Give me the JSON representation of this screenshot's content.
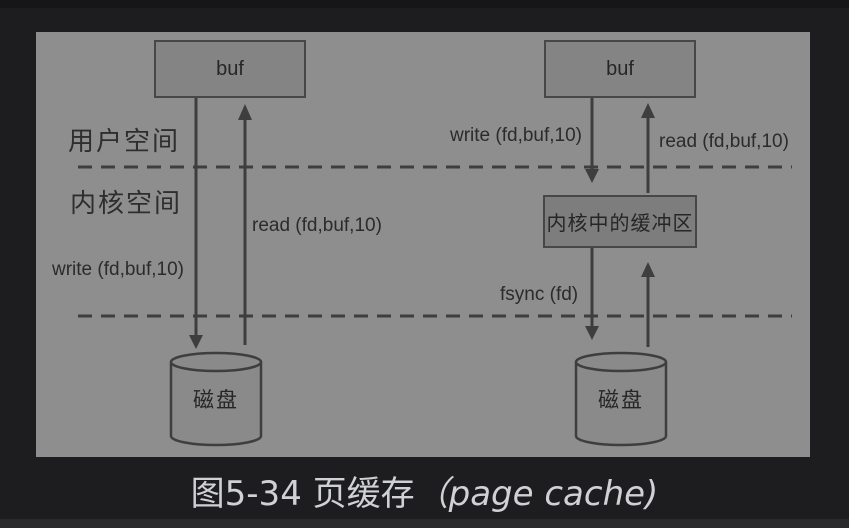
{
  "colors": {
    "background": "#1d1d1f",
    "panel": "#8e8e8e",
    "box_fill": "#848484",
    "kernel_box_fill": "#7d7d7d",
    "line": "#3e3e3e",
    "diagram_text": "#2b2b2b",
    "caption_text": "#d0d1d5"
  },
  "regions": {
    "user_space_label": "用户空间",
    "kernel_space_label": "内核空间"
  },
  "left_diagram": {
    "buf_label": "buf",
    "write_label": "write (fd,buf,10)",
    "read_label": "read (fd,buf,10)",
    "disk_label": "磁盘"
  },
  "right_diagram": {
    "buf_label": "buf",
    "write_label": "write (fd,buf,10)",
    "read_label": "read (fd,buf,10)",
    "kernel_buffer_label": "内核中的缓冲区",
    "fsync_label": "fsync (fd)",
    "disk_label": "磁盘"
  },
  "caption": {
    "prefix": "图5-34 页缓存",
    "suffix": "（page cache)"
  }
}
